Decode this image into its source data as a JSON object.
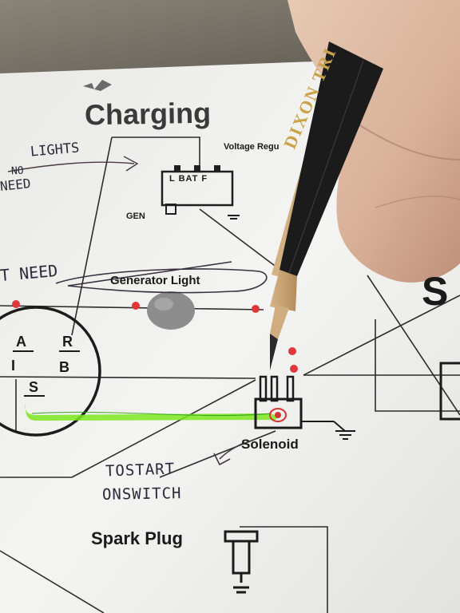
{
  "diagram": {
    "title": "Charging",
    "voltage_regulator": "Voltage Regu",
    "regulator_terminals": "L BAT F",
    "gen": "GEN",
    "generator_light": "Generator Light",
    "switch_a": "A",
    "switch_i": "I",
    "switch_r": "R",
    "switch_b": "B",
    "switch_s": "S",
    "solenoid": "Solenoid",
    "spark_plug": "Spark Plug",
    "right_edge_letter": "S"
  },
  "handwriting": {
    "lights": "LIGHTS",
    "no": "NO",
    "need_top": "NEED",
    "not_need": "T NEED",
    "to_start": "TOSTART",
    "on_switch": "ONSWITCH"
  },
  "pencil": {
    "brand": "DIXON TRI"
  },
  "colors": {
    "paper": "#f2f2f0",
    "highlighter": "#7be81f",
    "red_dot": "#e0383a",
    "pencil_body": "#1b1b1b",
    "pencil_lettering": "#c9a24a"
  }
}
